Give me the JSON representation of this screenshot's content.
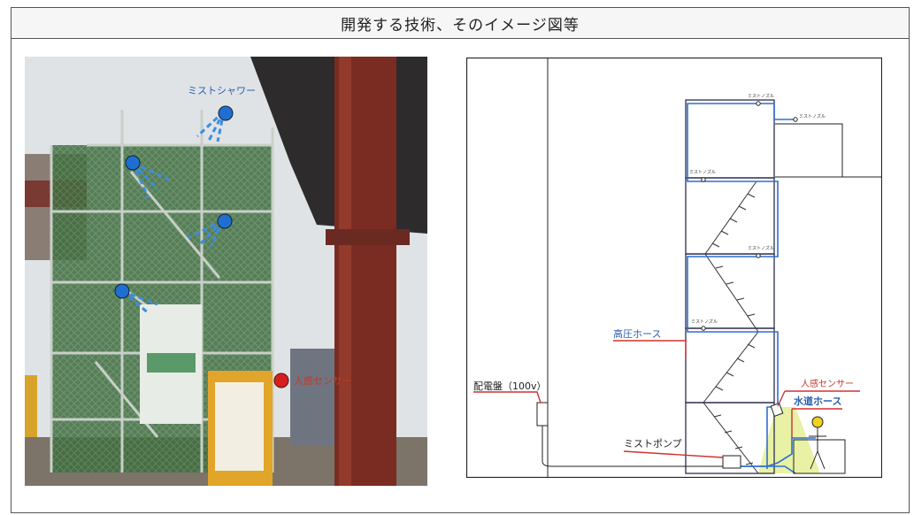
{
  "header": {
    "title": "開発する技術、そのイメージ図等"
  },
  "photo": {
    "labels": {
      "mist_shower": "ミストシャワー",
      "human_sensor": "人感センサー"
    },
    "colors": {
      "nozzle": "#1f6fd1",
      "sensor": "#d62020"
    }
  },
  "diagram": {
    "labels": {
      "nozzle_1": "ミストノズル",
      "nozzle_2": "ミストノズル",
      "nozzle_3": "ミストノズル",
      "nozzle_4": "ミストノズル",
      "nozzle_5": "ミストノズル",
      "high_pressure_hose": "高圧ホース",
      "panel": "配電盤（100v）",
      "pump": "ミストポンプ",
      "human_sensor": "人感センサー",
      "water_hose": "水道ホース"
    },
    "colors": {
      "hose": "#2d6fd0",
      "leader": "#d03030",
      "sensor_field": "#e6ef9a"
    }
  }
}
